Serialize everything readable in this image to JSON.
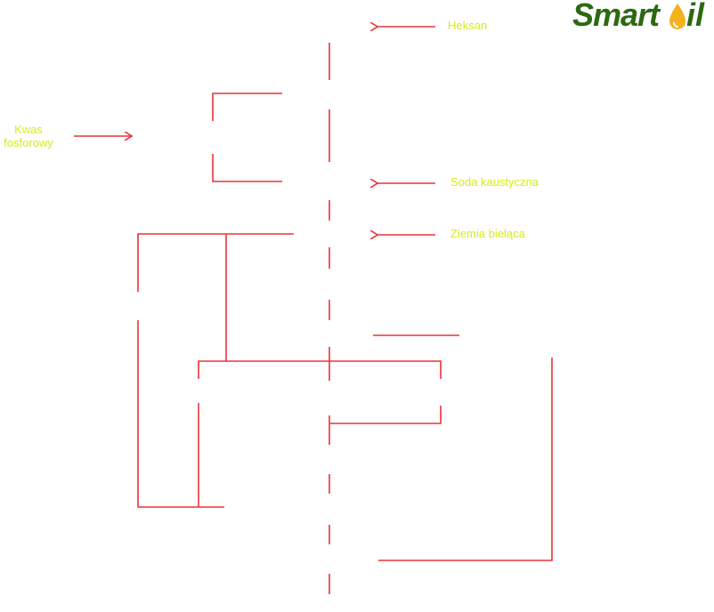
{
  "logo": {
    "text": "Smart",
    "tail": "il",
    "brand_green": "#2b6a12",
    "drop_yellow": "#f3b21c"
  },
  "labels": {
    "heksan": "Heksan",
    "kwas_line1": "Kwas",
    "kwas_line2": "fosforowy",
    "soda": "Soda kaustyczna",
    "ziemia": "Ziemia bieląca"
  },
  "colors": {
    "line": "#e8343a",
    "label": "#d6ec17"
  },
  "icons": {
    "arrow": "left-arrow-icon"
  }
}
